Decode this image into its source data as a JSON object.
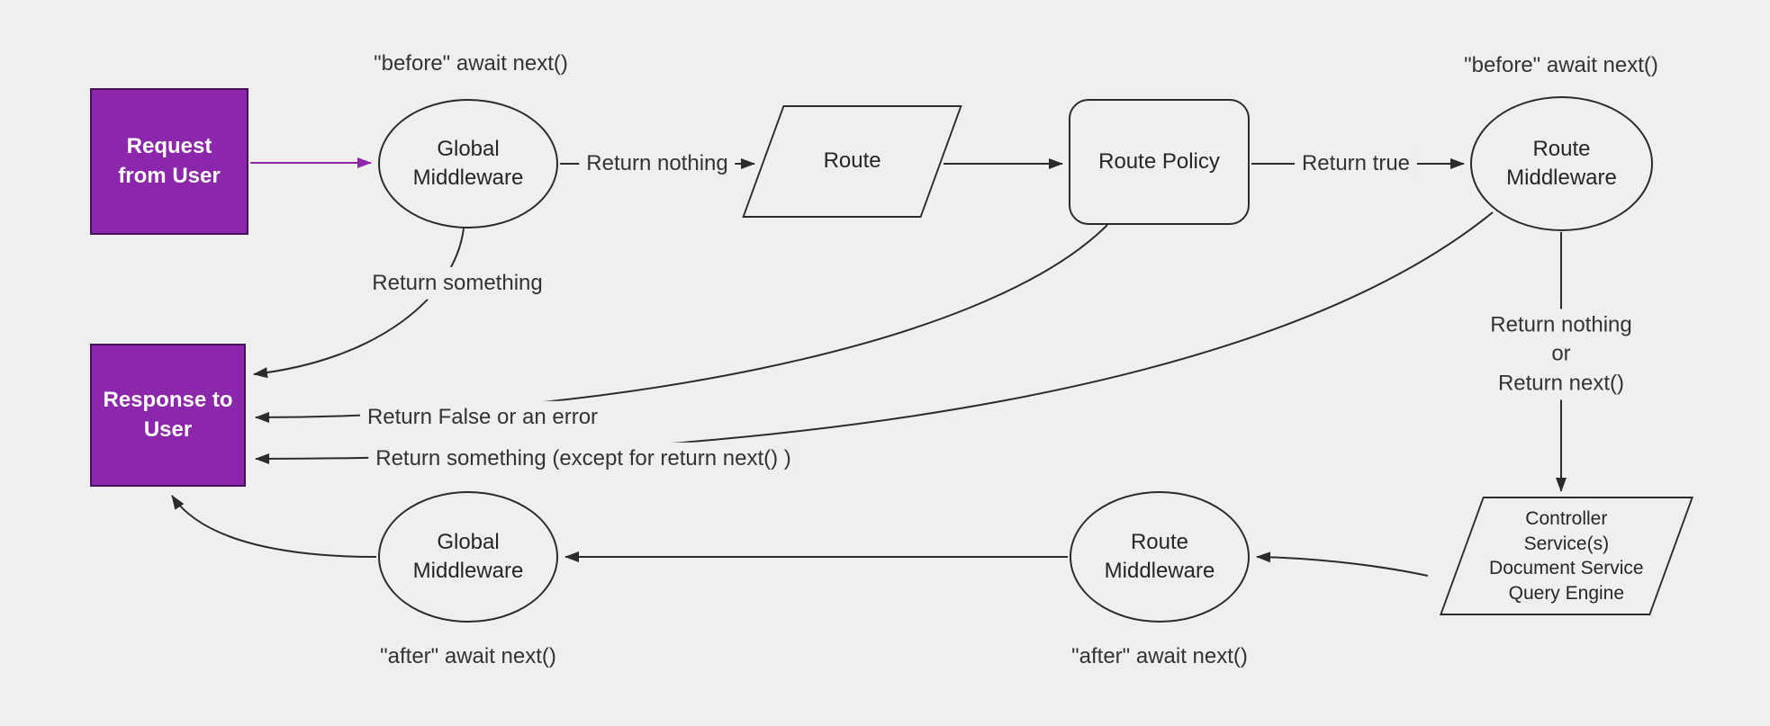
{
  "colors": {
    "background": "#efefee",
    "purple": "#8c27ab",
    "purple_border": "#47105a",
    "stroke": "#2b2b2b"
  },
  "nodes": {
    "request_from_user": "Request from User",
    "global_middleware_top": "Global Middleware",
    "route": "Route",
    "route_policy": "Route Policy",
    "route_middleware_top": "Route Middleware",
    "response_to_user": "Response to User",
    "controller_stack": "Controller\nService(s)\nDocument Service\nQuery Engine",
    "route_middleware_bottom": "Route Middleware",
    "global_middleware_bottom": "Global Middleware"
  },
  "labels": {
    "before_await_next_left": "\"before\" await next()",
    "before_await_next_right": "\"before\" await next()",
    "return_nothing": "Return nothing",
    "return_true": "Return true",
    "return_something": "Return something",
    "return_false_or_error": "Return False or an error",
    "return_something_except": "Return something (except for return next() )",
    "return_nothing_or_next": "Return nothing\nor\nReturn next()",
    "after_await_next_left": "\"after\" await next()",
    "after_await_next_right": "\"after\" await next()"
  }
}
